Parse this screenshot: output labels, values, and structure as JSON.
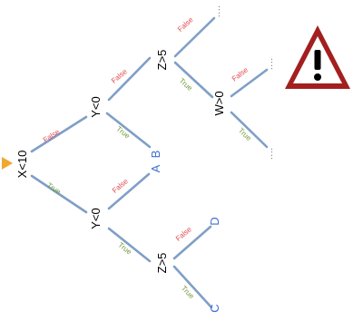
{
  "diagram": {
    "nodes": {
      "root": "X<10",
      "y_upper": "Y<0",
      "y_lower": "Y<0",
      "z_upper": "Z>5",
      "z_lower": "Z>5",
      "w": "W>0"
    },
    "leaves": {
      "a": "A",
      "b": "B",
      "c": "C",
      "d": "D",
      "more_1": "....",
      "more_2": "....",
      "more_3": "...."
    },
    "edge_labels": {
      "false": "False",
      "true": "True"
    },
    "colors": {
      "edge": "#7f9fc6",
      "false_label": "#e2474b",
      "true_label": "#6f9a3a",
      "leaf": "#3b6fd6",
      "pointer_arrow": "#f0a830",
      "warning_fill": "#a31f1f"
    },
    "icons": {
      "pointer": "arrow-right-icon",
      "warning": "warning-triangle-icon"
    }
  }
}
